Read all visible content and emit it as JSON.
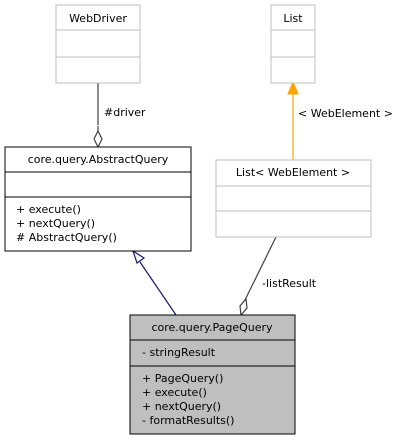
{
  "classes": {
    "webdriver": {
      "name": "WebDriver",
      "attributes": [],
      "methods": []
    },
    "list": {
      "name": "List",
      "attributes": [],
      "methods": []
    },
    "abstract_query": {
      "name": "core.query.AbstractQuery",
      "attributes": [],
      "methods": [
        "+ execute()",
        "+ nextQuery()",
        "# AbstractQuery()"
      ]
    },
    "list_webelement": {
      "name": "List< WebElement >",
      "attributes": [],
      "methods": []
    },
    "page_query": {
      "name": "core.query.PageQuery",
      "attributes": [
        "- stringResult"
      ],
      "methods": [
        "+ PageQuery()",
        "+ execute()",
        "+ nextQuery()",
        "- formatResults()"
      ]
    }
  },
  "relations": {
    "driver_label": "#driver",
    "template_label": "< WebElement >",
    "list_result_label": "-listResult"
  },
  "colors": {
    "external_border": "#bfbfbf",
    "class_border": "#000000",
    "highlight_fill": "#bfbfbf",
    "inheritance_edge": "#191970",
    "association_edge": "#404040",
    "template_edge": "#ffa500"
  }
}
